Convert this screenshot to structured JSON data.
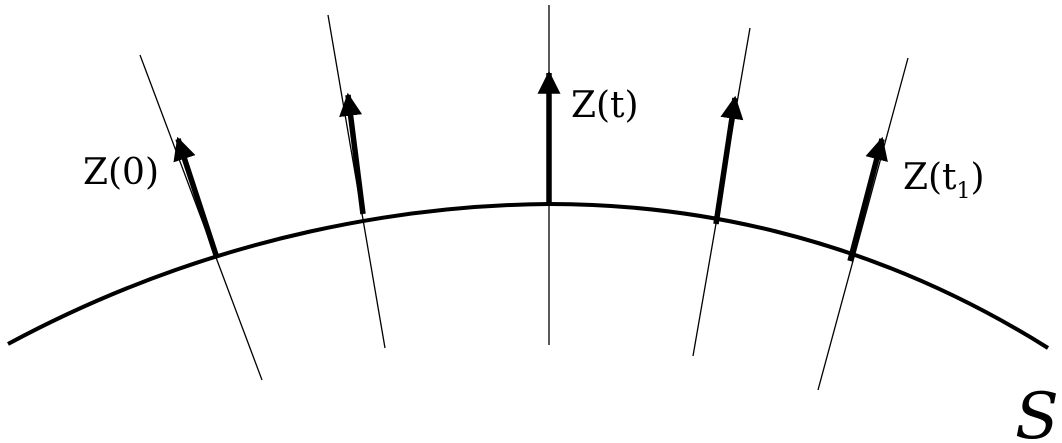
{
  "diagram": {
    "surface_label": "S",
    "vectors": [
      {
        "label_main": "Z(0)",
        "label_sub": "",
        "label_close": ""
      },
      {
        "label_main": "",
        "label_sub": "",
        "label_close": ""
      },
      {
        "label_main": "Z(t)",
        "label_sub": "",
        "label_close": ""
      },
      {
        "label_main": "",
        "label_sub": "",
        "label_close": ""
      },
      {
        "label_main": "Z(t",
        "label_sub": "1",
        "label_close": ")"
      }
    ],
    "colors": {
      "ink": "#000000",
      "background": "#ffffff"
    }
  }
}
